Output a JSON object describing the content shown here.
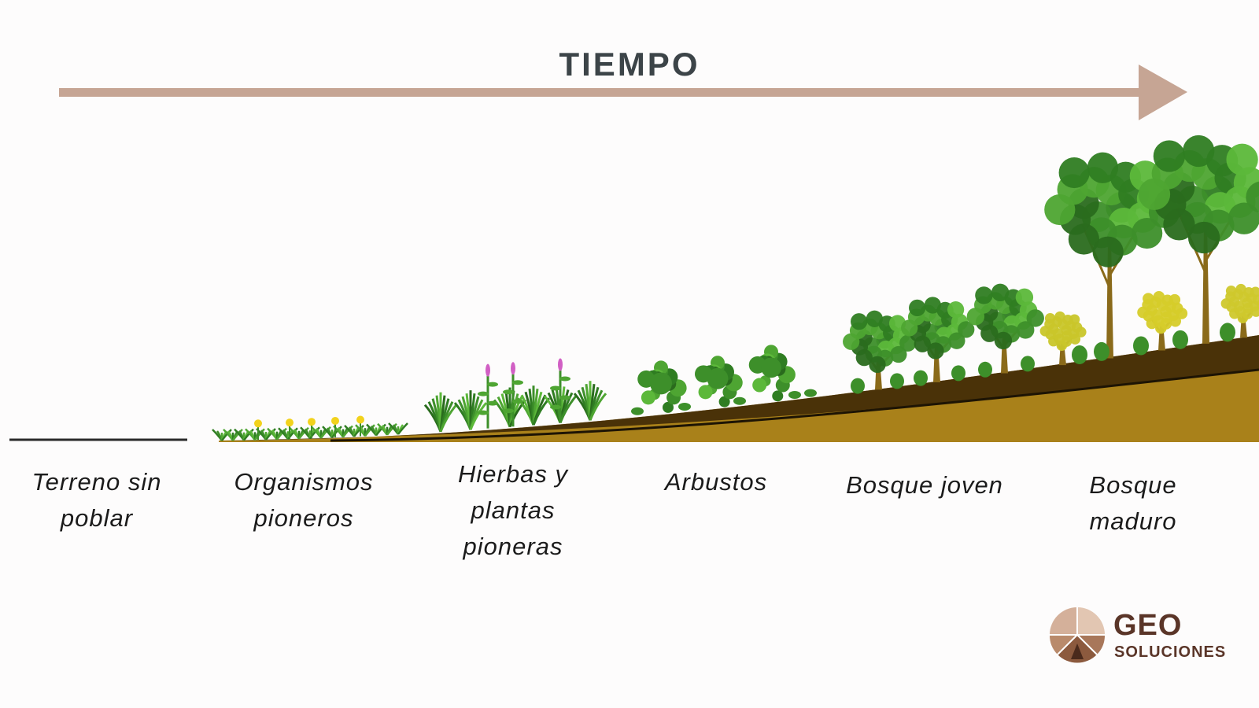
{
  "title": "TIEMPO",
  "colors": {
    "arrow": "#c6a594",
    "soil": "#a9811a",
    "soil_dark": "#4a3208",
    "foliage": "#3d8f2a",
    "flower_yellow": "#f2d21c",
    "flower_pink": "#d15fc4",
    "logo_text": "#5a3528"
  },
  "stages": [
    {
      "label": "Terreno sin poblar"
    },
    {
      "label": "Organismos pioneros"
    },
    {
      "label": "Hierbas y plantas pioneras"
    },
    {
      "label": "Arbustos"
    },
    {
      "label": "Bosque joven"
    },
    {
      "label": "Bosque maduro"
    }
  ],
  "logo": {
    "word1": "GEO",
    "word2": "SOLUCIONES"
  }
}
